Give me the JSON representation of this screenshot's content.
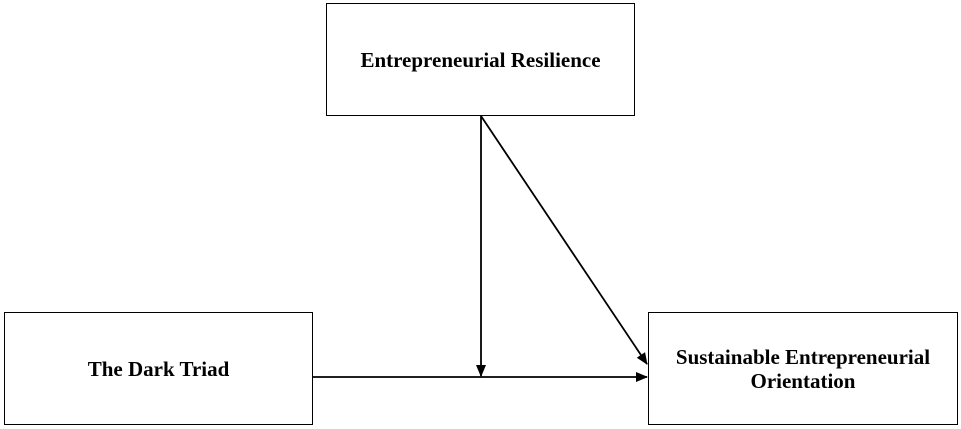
{
  "nodes": {
    "resilience": {
      "label": "Entrepreneurial Resilience"
    },
    "dark_triad": {
      "label": "The Dark Triad"
    },
    "seo": {
      "label": "Sustainable Entrepreneurial Orientation"
    }
  },
  "edges": [
    {
      "from": "dark_triad",
      "to": "seo",
      "kind": "direct-effect"
    },
    {
      "from": "resilience",
      "to": "seo",
      "kind": "direct-effect"
    },
    {
      "from": "resilience",
      "to": "dark_triad->seo",
      "kind": "moderation"
    }
  ],
  "colors": {
    "stroke": "#000000",
    "background": "#ffffff"
  }
}
